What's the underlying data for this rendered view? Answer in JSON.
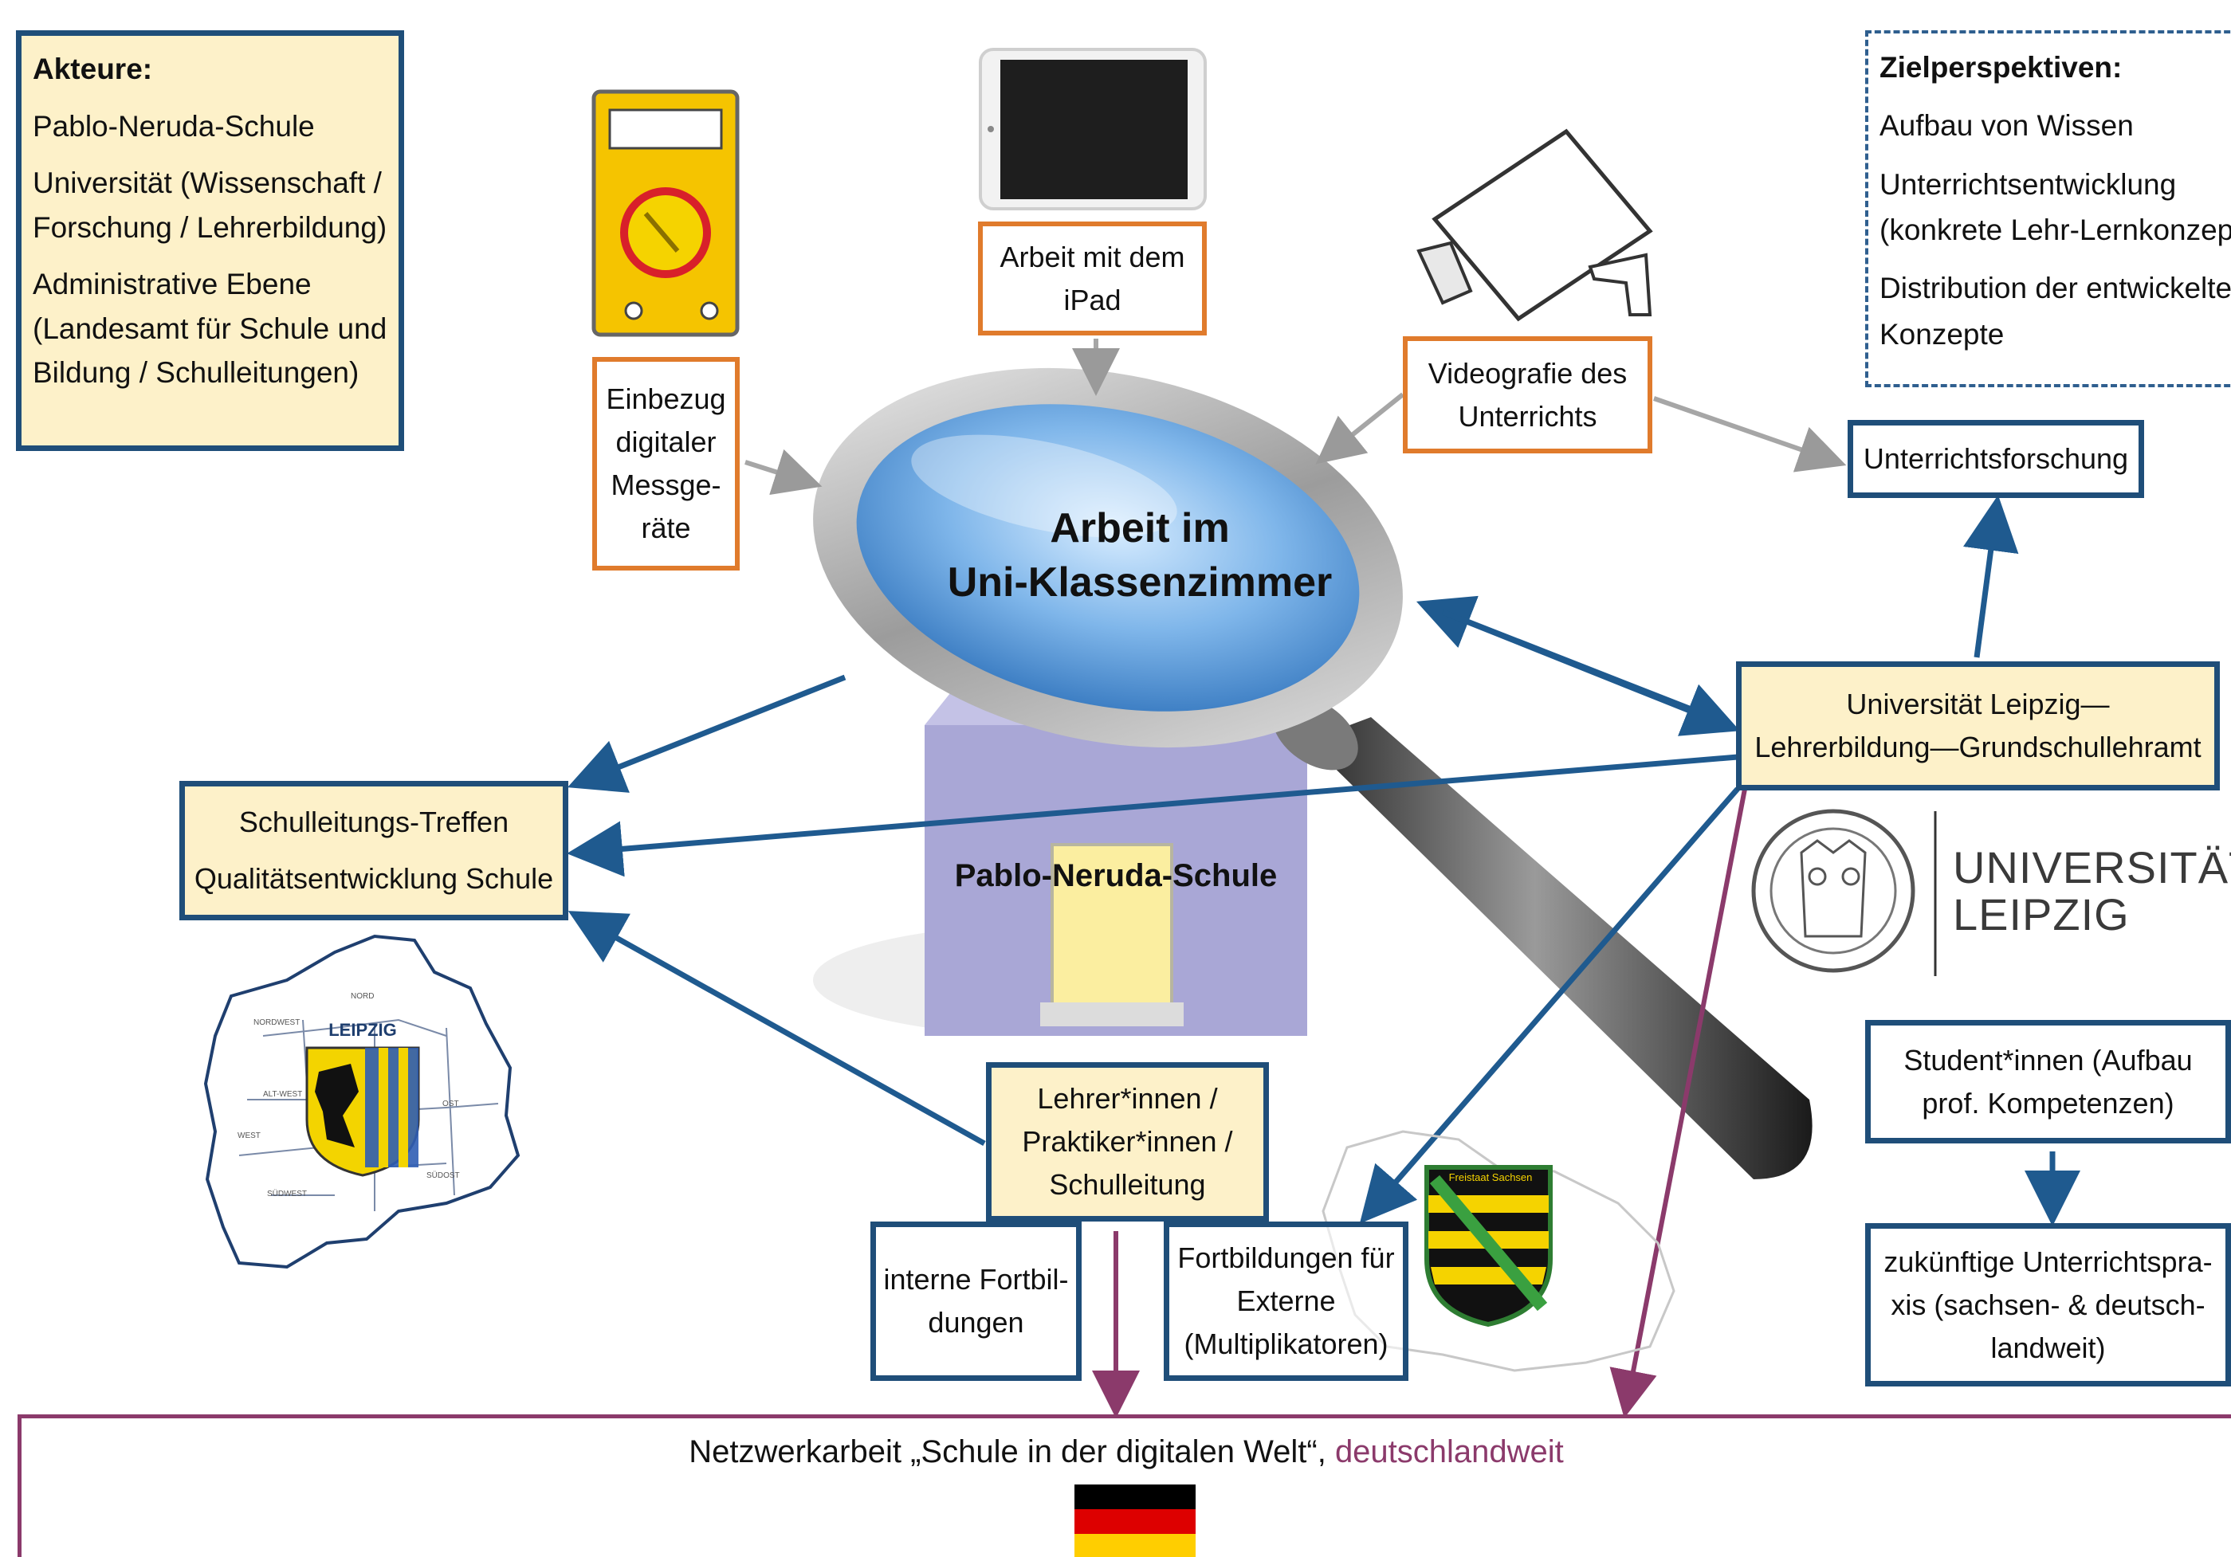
{
  "actors": {
    "title": "Akteure:",
    "items": [
      "Pablo-Neruda-Schule",
      "Universität (Wissenschaft /",
      "Forschung / Lehrerbildung)",
      "Administrative Ebene",
      "(Landesamt für Schule und",
      "Bildung / Schulleitungen)"
    ]
  },
  "goals": {
    "title": "Zielperspektiven:",
    "items": [
      "Aufbau von Wissen",
      "Unterrichtsentwicklung",
      "(konkrete Lehr-Lernkonzepte",
      "Distribution der entwickelten",
      "Konzepte"
    ]
  },
  "center": {
    "magnifier_line1": "Arbeit im",
    "magnifier_line2": "Uni-Klassenzimmer",
    "school": "Pablo-Neruda-Schule"
  },
  "boxes": {
    "ipad": [
      "Arbeit mit dem",
      "iPad"
    ],
    "messgeraete": [
      "Einbezug",
      "digitaler",
      "Messge-",
      "räte"
    ],
    "video": [
      "Videografie des",
      "Unterrichts"
    ],
    "forschung": [
      "Unterrichtsforschung"
    ],
    "uni_leipzig": [
      "Universität Leipzig—",
      "Lehrerbildung—Grundschullehramt"
    ],
    "schulleitung": [
      "Schulleitungs-Treffen",
      "Qualitätsentwicklung Schule"
    ],
    "lehrer": [
      "Lehrer*innen /",
      "Praktiker*innen /",
      "Schulleitung"
    ],
    "interne": [
      "interne Fortbil-",
      "dungen"
    ],
    "externe": [
      "Fortbildungen für",
      "Externe",
      "(Multiplikatoren)"
    ],
    "studenten": [
      "Student*innen (Aufbau",
      "prof. Kompetenzen)"
    ],
    "zukunft": [
      "zukünftige Unterrichtspra-",
      "xis (sachsen- & deutsch-",
      "landweit)"
    ]
  },
  "network": {
    "text": "Netzwerkarbeit „Schule in der digitalen Welt“,",
    "highlight": "deutschlandweit",
    "highlight_color": "#8b3a6b"
  },
  "logos": {
    "uni_line1": "UNIVERSITÄT",
    "uni_line2": "LEIPZIG",
    "leipzig_map_title": "LEIPZIG",
    "leipzig_districts": [
      "NORD",
      "NORDWEST",
      "ALT-WEST",
      "WEST",
      "OST",
      "SÜDWEST",
      "SÜDOST"
    ],
    "sachsen": "Freistaat Sachsen"
  },
  "colors": {
    "box_border": "#1f4e79",
    "device_border": "#e07b2c",
    "cream": "#fdf1c9",
    "network": "#8b3a6b",
    "arrow_gray": "#a6a6a6"
  },
  "icons": [
    "multimeter-icon",
    "ipad-icon",
    "video-camera-icon",
    "magnifier-icon",
    "school-building-icon",
    "germany-flag-icon"
  ]
}
